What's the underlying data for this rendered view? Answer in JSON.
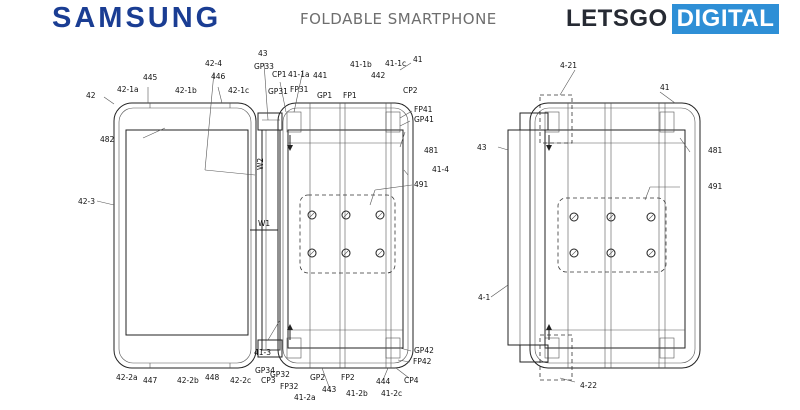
{
  "header": {
    "brand_left": "SAMSUNG",
    "title": "FOLDABLE SMARTPHONE",
    "brand_right_a": "LETSGO",
    "brand_right_b": "DIGITAL"
  },
  "colors": {
    "samsung_blue": "#1a3d93",
    "letsgo_blue": "#2e8fd6",
    "line": "#222222"
  },
  "figure_left": {
    "labels": {
      "l42": "42",
      "l42_1a": "42-1a",
      "l445": "445",
      "l42_1b": "42-1b",
      "l446": "446",
      "l42_1c": "42-1c",
      "l42_4": "42-4",
      "l43": "43",
      "lGP33": "GP33",
      "lCP1": "CP1",
      "l41_1a": "41-1a",
      "l441": "441",
      "l41_1b": "41-1b",
      "l442": "442",
      "l41_1c": "41-1c",
      "l41": "41",
      "lGP31": "GP31",
      "lFP31": "FP31",
      "lGP1": "GP1",
      "lFP1": "FP1",
      "lCP2": "CP2",
      "lFP41": "FP41",
      "lGP41": "GP41",
      "l482": "482",
      "l481": "481",
      "l41_4": "41-4",
      "lW2": "W2",
      "l491": "491",
      "l42_3": "42-3",
      "lW1": "W1",
      "l41_3": "41-3",
      "lGP42": "GP42",
      "lFP42": "FP42",
      "lGP34": "GP34",
      "lGP32": "GP32",
      "lGP2": "GP2",
      "lFP2": "FP2",
      "l444": "444",
      "lCP4": "CP4",
      "l42_2a": "42-2a",
      "l447": "447",
      "l42_2b": "42-2b",
      "l448": "448",
      "l42_2c": "42-2c",
      "lCP3": "CP3",
      "lFP32": "FP32",
      "l443": "443",
      "l41_2a": "41-2a",
      "l41_2b": "41-2b",
      "l41_2c": "41-2c"
    }
  },
  "figure_right": {
    "labels": {
      "l4_21": "4-21",
      "l41": "41",
      "l43": "43",
      "l481": "481",
      "l491": "491",
      "l4_1": "4-1",
      "l4_22": "4-22"
    }
  }
}
